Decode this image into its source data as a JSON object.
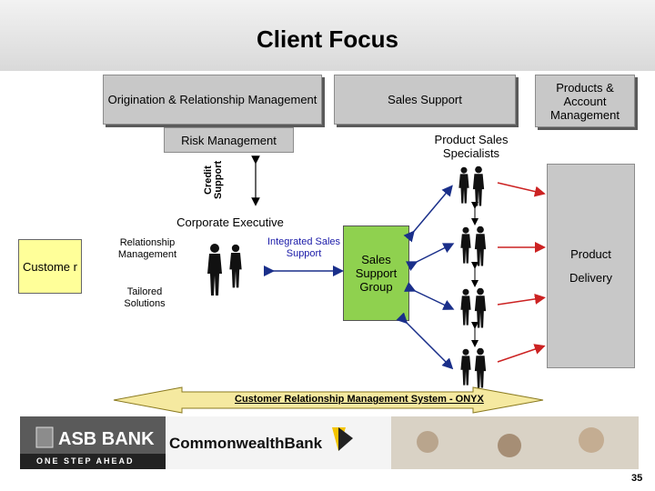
{
  "title": "Client Focus",
  "boxes": {
    "origination": "Origination & Relationship Management",
    "sales_support": "Sales Support",
    "products_account": "Products & Account Management",
    "risk_management": "Risk Management",
    "product_sales_specialists": "Product Sales Specialists",
    "credit_support": "Credit Support",
    "corporate_executive": "Corporate Executive",
    "customer": "Custome r",
    "relationship_management": "Relationship Management",
    "tailored_solutions": "Tailored Solutions",
    "integrated_sales_support": "Integrated Sales Support",
    "sales_support_group": "Sales Support Group",
    "product_delivery_line1": "Product",
    "product_delivery_line2": "Delivery",
    "crm_system": "Customer Relationship Management System - ONYX"
  },
  "footer": {
    "asb_bank": "ASB BANK",
    "asb_tagline": "ONE STEP AHEAD",
    "commonwealth": "CommonwealthBank",
    "page_number": "35"
  },
  "colors": {
    "box_gray": "#c8c8c8",
    "customer_yellow": "#ffff99",
    "sales_group_green": "#8fd14f",
    "crm_arrow": "#f5e9a0",
    "arrow_blue": "#1a2f8a",
    "arrow_red": "#cc2222",
    "cba_yellow": "#f5c400"
  }
}
